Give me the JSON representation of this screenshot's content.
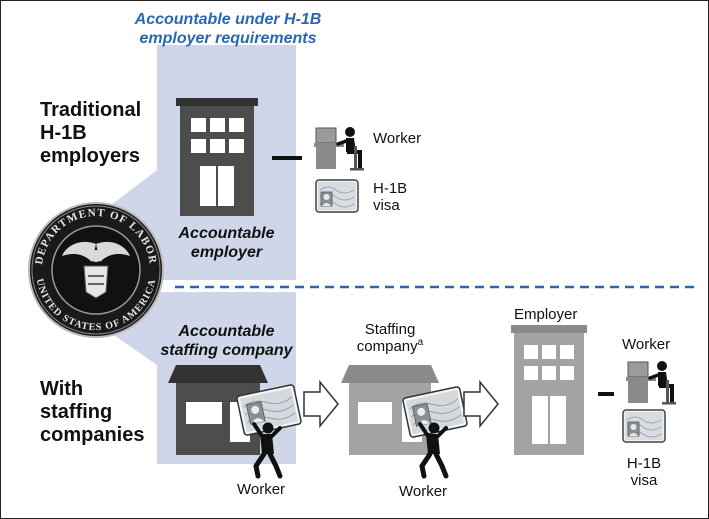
{
  "header": {
    "line1": "Accountable under H-1B",
    "line2": "employer requirements"
  },
  "sections": {
    "traditional": {
      "line1": "Traditional",
      "line2": "H-1B",
      "line3": "employers"
    },
    "staffing": {
      "line1": "With",
      "line2": "staffing",
      "line3": "companies"
    }
  },
  "top": {
    "accountable_employer": {
      "line1": "Accountable",
      "line2": "employer"
    },
    "worker_label": "Worker",
    "visa_label": {
      "line1": "H-1B",
      "line2": "visa"
    }
  },
  "bottom": {
    "accountable_staffing": {
      "line1": "Accountable",
      "line2": "staffing company"
    },
    "staffing_company": {
      "line1": "Staffing",
      "line2": "company",
      "footnote": "a"
    },
    "employer_label": "Employer",
    "worker_left": "Worker",
    "worker_mid": "Worker",
    "worker_right": "Worker",
    "visa_label": {
      "line1": "H-1B",
      "line2": "visa"
    }
  },
  "seal": {
    "text_top": "DEPARTMENT OF LABOR",
    "text_bottom": "UNITED STATES OF AMERICA"
  },
  "colors": {
    "highlight": "#cfd6ea",
    "dark_building": "#4d4d4d",
    "light_building": "#a3a3a3",
    "dash": "#2a67b1",
    "header_text": "#2a67b1"
  }
}
